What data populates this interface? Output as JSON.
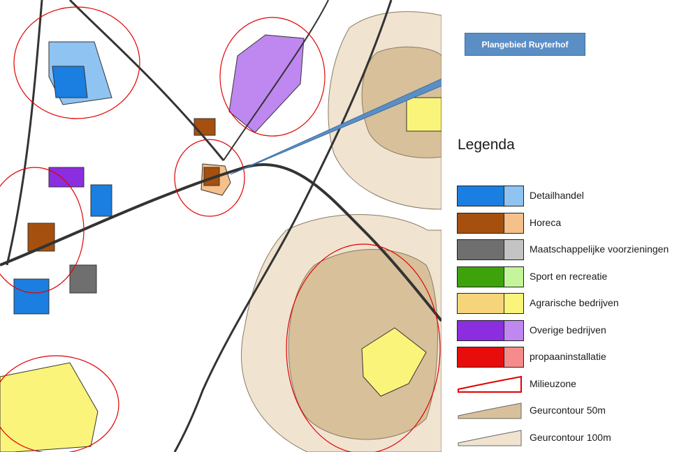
{
  "callout": {
    "label": "Plangebied Ruyterhof"
  },
  "legend": {
    "title": "Legenda",
    "items": [
      {
        "label": "Detailhandel",
        "kind": "box",
        "dark": "#1a7fe0",
        "light": "#8fc3f2"
      },
      {
        "label": "Horeca",
        "kind": "box",
        "dark": "#a5500f",
        "light": "#f5c08a"
      },
      {
        "label": "Maatschappelijke voorzieningen",
        "kind": "box",
        "dark": "#6f6f6f",
        "light": "#c4c4c4"
      },
      {
        "label": "Sport en recreatie",
        "kind": "box",
        "dark": "#3ea30b",
        "light": "#c4f59a"
      },
      {
        "label": "Agrarische bedrijven",
        "kind": "box",
        "dark": "#f6d57a",
        "light": "#fbf47a"
      },
      {
        "label": "Overige bedrijven",
        "kind": "box",
        "dark": "#8a2ee0",
        "light": "#bf87f0"
      },
      {
        "label": "propaaninstallatie",
        "kind": "box",
        "dark": "#e80d0d",
        "light": "#f58b8b"
      },
      {
        "label": "Milieuzone",
        "kind": "zone",
        "dark": "#e00000",
        "light": "#ffffff"
      },
      {
        "label": "Geurcontour 50m",
        "kind": "contour",
        "dark": "#d8c09a",
        "light": "#d8c09a"
      },
      {
        "label": "Geurcontour 100m",
        "kind": "contour",
        "dark": "#f0e3d0",
        "light": "#f0e3d0"
      }
    ]
  }
}
